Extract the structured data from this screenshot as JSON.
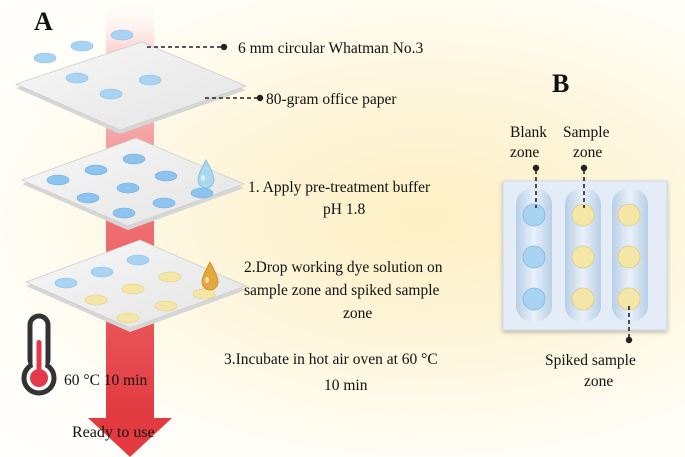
{
  "panel_a": {
    "label": "A",
    "paper_disc_label": "6 mm circular Whatman No.3",
    "office_paper_label": "80-gram office paper",
    "step1_line1": "1.  Apply pre-treatment buffer",
    "step1_line2": "pH 1.8",
    "step2_line1": "2.Drop working dye solution on",
    "step2_line2": "sample zone and spiked sample",
    "step2_line3": "zone",
    "step3_line1": "3.Incubate in hot air oven at 60 °C",
    "step3_line2": "10 min",
    "temperature_time": "60 °C  10 min",
    "arrow_label": "Ready to use"
  },
  "panel_b": {
    "label": "B",
    "blank_zone_line1": "Blank",
    "blank_zone_line2": "zone",
    "sample_zone_line1": "Sample",
    "sample_zone_line2": "zone",
    "spiked_zone_line1": "Spiked sample",
    "spiked_zone_line2": "zone"
  },
  "colors": {
    "arrow": "#e23a3f",
    "blank_disc": "#a9d3f3",
    "sample_disc": "#f4e6a6",
    "buffer_drop": "#a9d8ef",
    "dye_drop": "#e2a93c",
    "thermometer_fill": "#e23a4a"
  }
}
